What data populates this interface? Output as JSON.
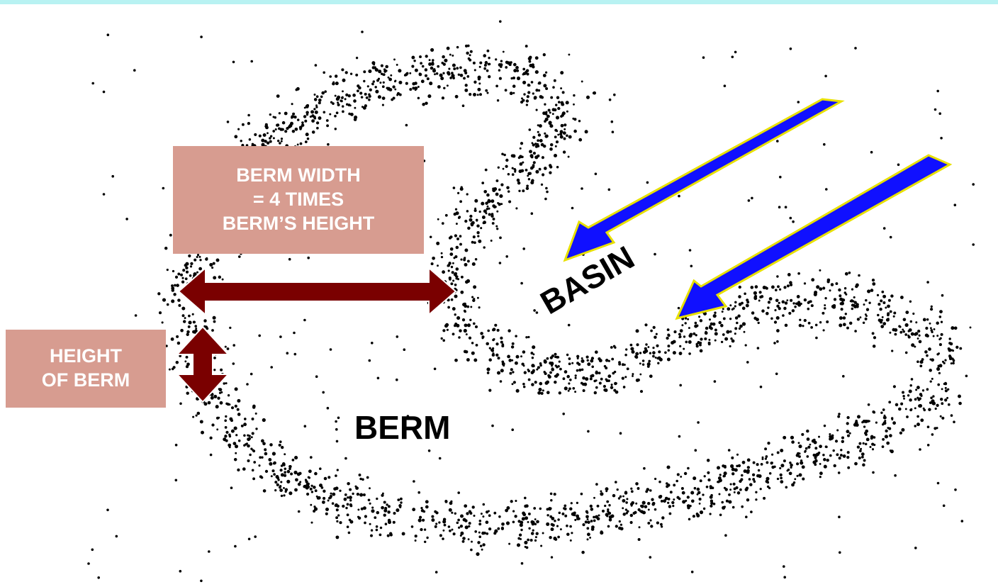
{
  "diagram": {
    "width_label": {
      "line1": "BERM WIDTH",
      "line2": "= 4 TIMES",
      "line3": "BERM’S HEIGHT"
    },
    "height_label": {
      "line1": "HEIGHT",
      "line2": "OF BERM"
    },
    "berm_label": "BERM",
    "basin_label": "BASIN"
  },
  "colors": {
    "top_bar": "#b8f2f2",
    "label_box_fill": "#d79c90",
    "label_text": "#ffffff",
    "dimension_arrow": "#7a0000",
    "flow_arrow_fill": "#1010ff",
    "flow_arrow_outline": "#e8e000",
    "stipple": "#000000"
  },
  "icons": {
    "width_dimension": "double-arrow-horizontal-icon",
    "height_dimension": "double-arrow-vertical-icon",
    "flow_arrow": "flow-arrow-icon"
  }
}
